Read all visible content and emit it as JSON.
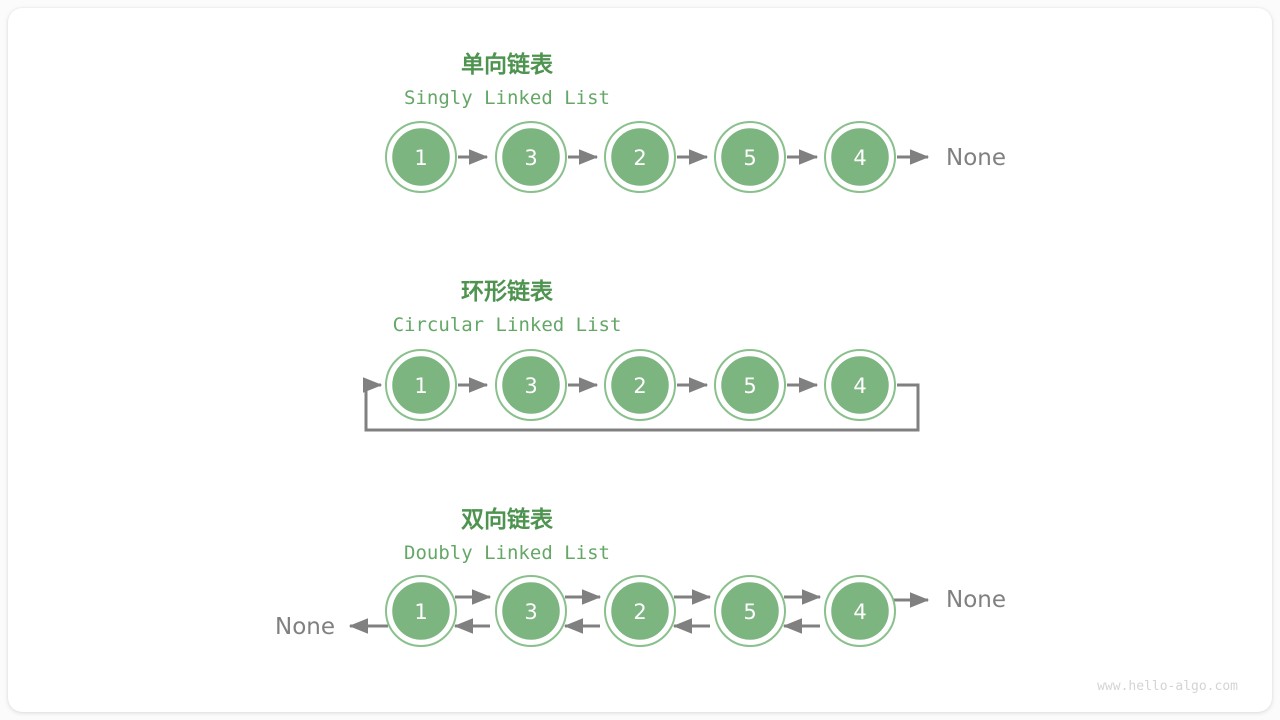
{
  "page": {
    "background_color": "#fbfbfb",
    "card_color": "#ffffff",
    "watermark": "www.hello-algo.com"
  },
  "colors": {
    "title_cn": "#4e9450",
    "title_en": "#64a767",
    "node_fill": "#7cb580",
    "node_ring": "#89c08c",
    "node_text": "#ffffff",
    "edge": "#808080",
    "none_text": "#808080",
    "watermark": "#d4d4d4"
  },
  "sections": [
    {
      "id": "singly",
      "title_cn": "单向链表",
      "title_en": "Singly Linked List",
      "nodes": [
        "1",
        "3",
        "2",
        "5",
        "4"
      ],
      "tail_label": "None",
      "head_label": null,
      "kind": "singly"
    },
    {
      "id": "circular",
      "title_cn": "环形链表",
      "title_en": "Circular Linked List",
      "nodes": [
        "1",
        "3",
        "2",
        "5",
        "4"
      ],
      "tail_label": null,
      "head_label": null,
      "kind": "circular"
    },
    {
      "id": "doubly",
      "title_cn": "双向链表",
      "title_en": "Doubly Linked List",
      "nodes": [
        "1",
        "3",
        "2",
        "5",
        "4"
      ],
      "tail_label": "None",
      "head_label": "None",
      "kind": "doubly"
    }
  ]
}
